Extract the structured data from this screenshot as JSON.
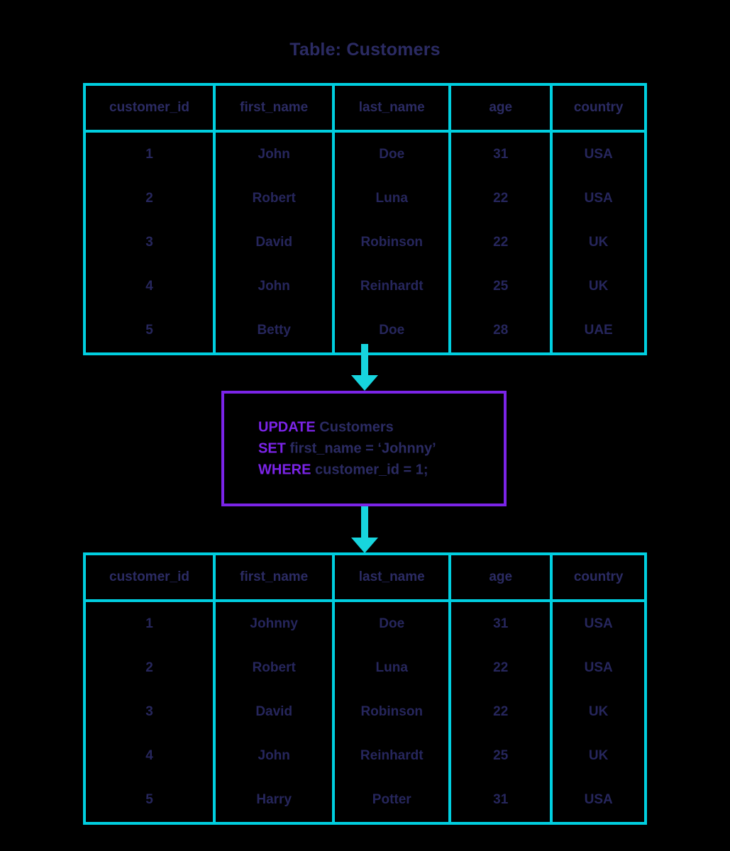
{
  "title": "Table: Customers",
  "colors": {
    "background": "#000000",
    "table_border": "#00cfe0",
    "arrow": "#17d5de",
    "sql_box_border": "#7b24e8",
    "sql_keyword": "#7b24e8",
    "text": "#2b2b63"
  },
  "columns": [
    "customer_id",
    "first_name",
    "last_name",
    "age",
    "country"
  ],
  "table_before": {
    "name": "customers-before",
    "rows": [
      [
        "1",
        "John",
        "Doe",
        "31",
        "USA"
      ],
      [
        "2",
        "Robert",
        "Luna",
        "22",
        "USA"
      ],
      [
        "3",
        "David",
        "Robinson",
        "22",
        "UK"
      ],
      [
        "4",
        "John",
        "Reinhardt",
        "25",
        "UK"
      ],
      [
        "5",
        "Betty",
        "Doe",
        "28",
        "UAE"
      ]
    ]
  },
  "table_after": {
    "name": "customers-after",
    "rows": [
      [
        "1",
        "Johnny",
        "Doe",
        "31",
        "USA"
      ],
      [
        "2",
        "Robert",
        "Luna",
        "22",
        "USA"
      ],
      [
        "3",
        "David",
        "Robinson",
        "22",
        "UK"
      ],
      [
        "4",
        "John",
        "Reinhardt",
        "25",
        "UK"
      ],
      [
        "5",
        "Harry",
        "Potter",
        "31",
        "USA"
      ]
    ]
  },
  "sql": {
    "lines": [
      [
        {
          "text": "UPDATE",
          "keyword": true
        },
        {
          "text": " Customers",
          "keyword": false
        }
      ],
      [
        {
          "text": "SET",
          "keyword": true
        },
        {
          "text": " first_name = ‘Johnny’",
          "keyword": false
        }
      ],
      [
        {
          "text": "WHERE",
          "keyword": true
        },
        {
          "text": " customer_id = 1;",
          "keyword": false
        }
      ]
    ],
    "plain_text": "UPDATE Customers SET first_name = ‘Johnny’ WHERE customer_id = 1;"
  },
  "arrows": [
    {
      "name": "arrow-table-to-sql",
      "direction": "down"
    },
    {
      "name": "arrow-sql-to-table",
      "direction": "down"
    }
  ]
}
